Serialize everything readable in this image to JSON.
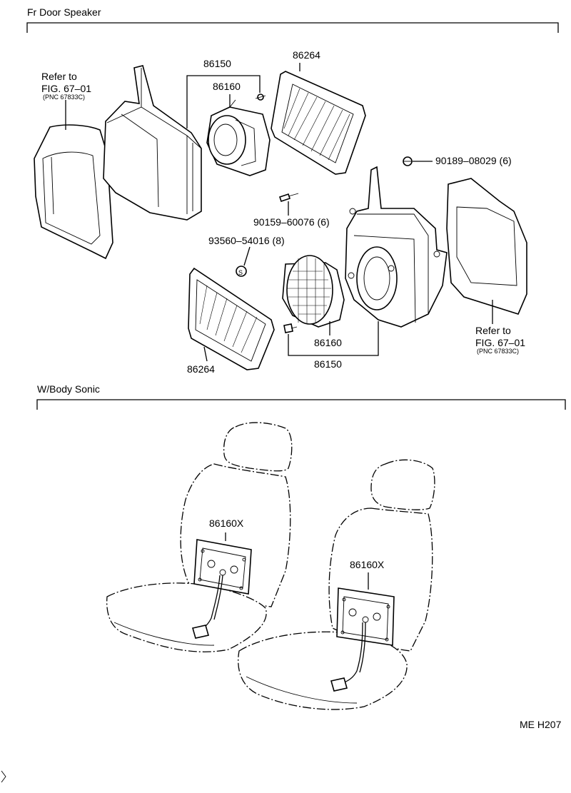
{
  "sections": {
    "door_speaker": {
      "title": "Fr Door Speaker"
    },
    "body_sonic": {
      "title": "W/Body Sonic"
    }
  },
  "labels": {
    "ref_left_1": "Refer to",
    "ref_left_2": "FIG. 67–01",
    "ref_left_3": "(PNC 67833C)",
    "ref_right_1": "Refer to",
    "ref_right_2": "FIG. 67–01",
    "ref_right_3": "(PNC 67833C)",
    "p86150_top": "86150",
    "p86160_top": "86160",
    "p86264_top": "86264",
    "p90189": "90189–08029 (6)",
    "p90159": "90159–60076 (6)",
    "p93560": "93560–54016 (8)",
    "screw_s": "S",
    "p86264_bottom": "86264",
    "p86160_bottom": "86160",
    "p86150_bottom": "86150",
    "p86160x_left": "86160X",
    "p86160x_right": "86160X",
    "diagram_code": "ME H207"
  }
}
